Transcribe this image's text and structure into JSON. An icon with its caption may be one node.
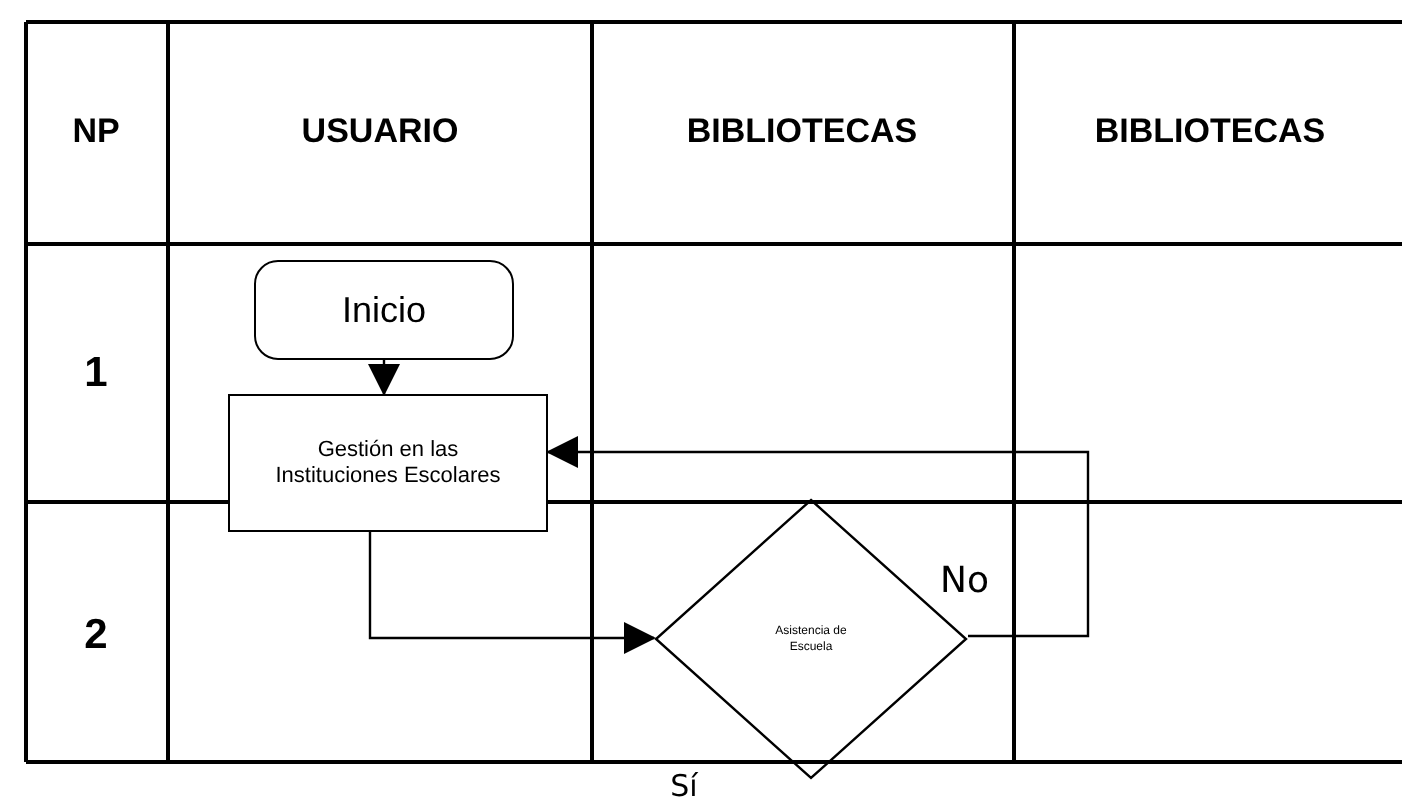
{
  "diagram": {
    "nodes": [
      {
        "text": [
          "Inicio"
        ]
      },
      {
        "text": [
          "Gestión en las Instituciones Escolares"
        ]
      },
      {
        "text": [
          "Asistencia de Escuela"
        ]
      }
    ],
    "edges": [
      {
        "from": 0,
        "to": 1,
        "arrow": "to"
      },
      {
        "from": 1,
        "to": 2,
        "arrow": "to"
      },
      {
        "from": 2,
        "to": 1,
        "arrow": "to",
        "label": "No"
      }
    ],
    "labels": [
      "NP",
      "USUARIO",
      "BIBLIOTECAS",
      "BIBLIOTECAS",
      "1",
      "2",
      "Sí"
    ]
  }
}
